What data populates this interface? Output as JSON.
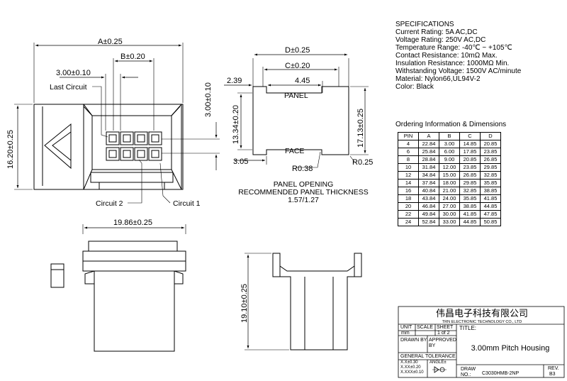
{
  "specifications": {
    "heading": "SPECIFICATIONS",
    "lines": [
      "Current Rating: 5A AC,DC",
      "Voltage Rating: 250V AC,DC",
      "Temperature Range: -40℃ ~ +105℃",
      "Contact Resistance: 10mΩ Max.",
      "Insulation Resistance: 1000MΩ Min.",
      "Withstanding Voltage: 1500V AC/minute",
      "Material: Nylon66,UL94V-2",
      "Color: Black"
    ]
  },
  "ordering": {
    "title": "Ordering Information & Dimensions",
    "headers": [
      "PIN",
      "A",
      "B",
      "C",
      "D"
    ],
    "rows": [
      [
        "4",
        "22.84",
        "3.00",
        "14.85",
        "20.85"
      ],
      [
        "6",
        "25.84",
        "6.00",
        "17.85",
        "23.85"
      ],
      [
        "8",
        "28.84",
        "9.00",
        "20.85",
        "26.85"
      ],
      [
        "10",
        "31.84",
        "12.00",
        "23.85",
        "29.85"
      ],
      [
        "12",
        "34.84",
        "15.00",
        "26.85",
        "32.85"
      ],
      [
        "14",
        "37.84",
        "18.00",
        "29.85",
        "35.85"
      ],
      [
        "16",
        "40.84",
        "21.00",
        "32.85",
        "38.85"
      ],
      [
        "18",
        "43.84",
        "24.00",
        "35.85",
        "41.85"
      ],
      [
        "20",
        "46.84",
        "27.00",
        "38.85",
        "44.85"
      ],
      [
        "22",
        "49.84",
        "30.00",
        "41.85",
        "47.85"
      ],
      [
        "24",
        "52.84",
        "33.00",
        "44.85",
        "50.85"
      ]
    ]
  },
  "front_view": {
    "dim_a": "A±0.25",
    "dim_b": "B±0.20",
    "dim_pitch": "3.00±0.10",
    "dim_pitch_vertical": "3.00±0.10",
    "dim_height": "16.20±0.25",
    "last_circuit": "Last Circuit",
    "circuit_2": "Circuit 2",
    "circuit_1": "Circuit 1"
  },
  "panel_view": {
    "dim_d": "D±0.25",
    "dim_c": "C±0.20",
    "dim_445": "4.45",
    "dim_239": "2.39",
    "dim_1334": "13.34±0.20",
    "dim_1713": "17.13±0.25",
    "dim_305": "3.05",
    "dim_r038": "R0.38",
    "dim_r025": "R0.25",
    "panel_label": "PANEL",
    "face_label": "FACE",
    "caption": [
      "PANEL OPENING",
      "RECOMMENDED PANEL THICKNESS",
      "1.57/1.27"
    ]
  },
  "side_view": {
    "dim_width": "19.86±0.25"
  },
  "end_view": {
    "dim_height": "19.10±0.25"
  },
  "title_block": {
    "company_cn": "伟昌电子科技有限公司",
    "company_en": "TRN ELECTRONIC TECHNOLOGY CO., LTD",
    "unit_label": "UNIT",
    "scale_label": "SCALE",
    "sheet_label": "SHEET",
    "unit_value": "mm",
    "sheet_value": "1 of 2",
    "title_label": "TITLE:",
    "title": "3.00mm Pitch Housing",
    "drawn_by": "DRAWN BY",
    "approved_by": "APPROVED BY",
    "general_tolerance": "GENERAL TOLERANCE",
    "tol_1": "X.X±0.30",
    "tol_2": "X.XX±0.20",
    "tol_3": "X.XXX±0.10",
    "angle": "ANGLE±",
    "draw_no_label": "DRAW NO.:",
    "draw_no": "C3030HMB-2NP",
    "rev_label": "REV.",
    "rev": "B3"
  }
}
